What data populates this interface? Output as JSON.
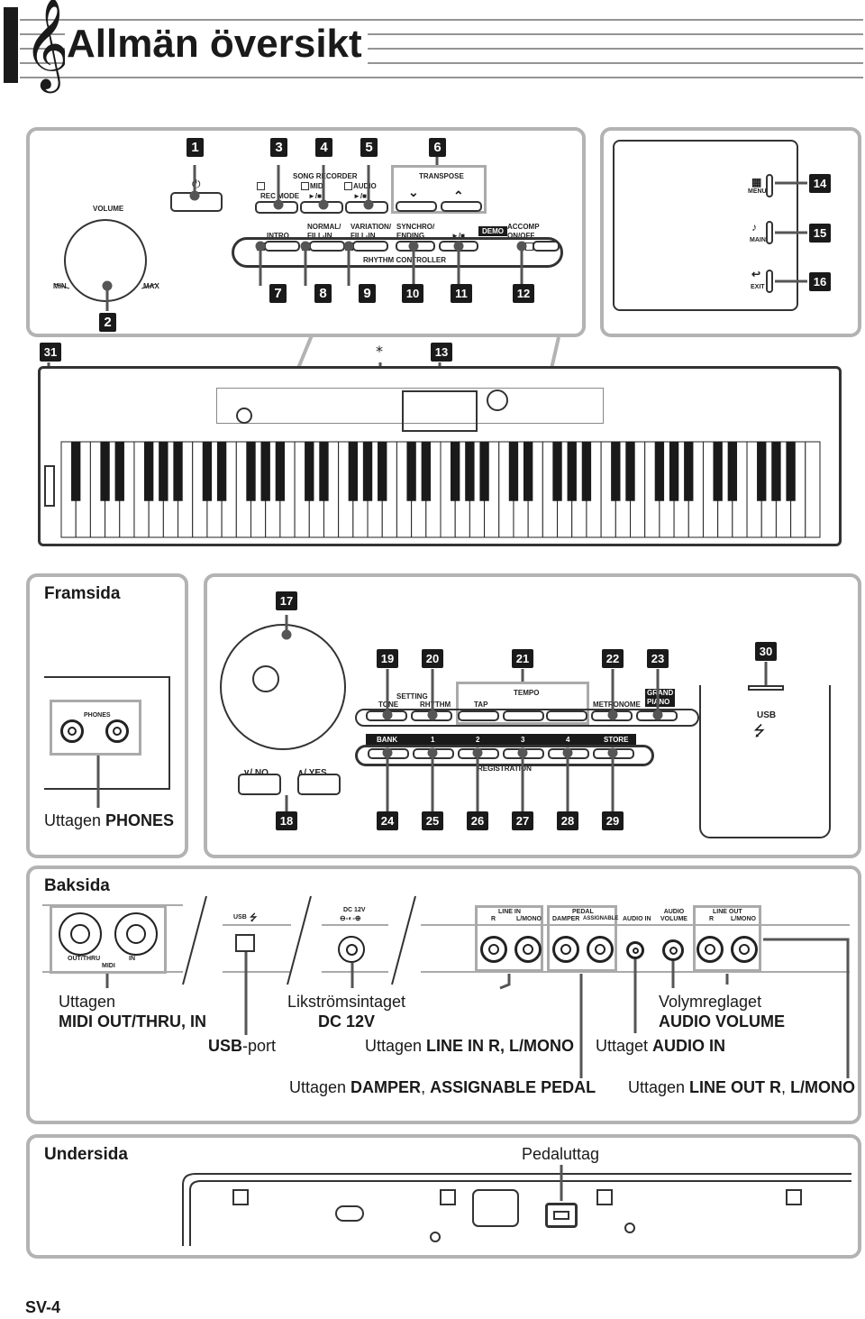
{
  "header": {
    "title": "Allmän översikt"
  },
  "top_panel": {
    "numbers": [
      "1",
      "2",
      "3",
      "4",
      "5",
      "6",
      "7",
      "8",
      "9",
      "10",
      "11",
      "12"
    ],
    "volume": {
      "label": "VOLUME",
      "min": "MIN",
      "max": "MAX"
    },
    "power_symbol": "⏻",
    "song_recorder": {
      "title": "SONG RECORDER",
      "midi": "MIDI",
      "audio": "AUDIO",
      "rec_mode": "REC MODE",
      "play_stop": "►/■"
    },
    "transpose": {
      "title": "TRANSPOSE",
      "down": "⌄",
      "up": "⌃"
    },
    "rhythm": {
      "intro": "INTRO",
      "normal": "NORMAL/\nFILL-IN",
      "variation": "VARIATION/\nFILL-IN",
      "synchro": "SYNCHRO/\nENDING",
      "start_stop": "►/■",
      "demo": "DEMO",
      "accomp": "ACCOMP\nON/OFF",
      "controller": "RHYTHM CONTROLLER"
    }
  },
  "display_panel": {
    "numbers": [
      "14",
      "15",
      "16"
    ],
    "menu": "MENU",
    "main": "MAIN",
    "exit": "EXIT"
  },
  "keyboard": {
    "numbers": [
      "31",
      "13"
    ],
    "asterisk": "*"
  },
  "front_panel": {
    "title": "Framsida",
    "phones_label": "PHONES",
    "caption_prefix": "Uttagen ",
    "caption_bold": "PHONES"
  },
  "control_panel": {
    "numbers": [
      "17",
      "18",
      "19",
      "20",
      "21",
      "22",
      "23",
      "24",
      "25",
      "26",
      "27",
      "28",
      "29",
      "30"
    ],
    "setting": "SETTING",
    "tone": "TONE",
    "rhythm": "RHYTHM",
    "tempo": "TEMPO",
    "tap": "TAP",
    "metronome": "METRONOME",
    "grand_piano": "GRAND\nPIANO",
    "bank": "BANK",
    "reg_numbers": [
      "1",
      "2",
      "3",
      "4"
    ],
    "store": "STORE",
    "registration": "REGISTRATION",
    "no": "∨/ NO",
    "yes": "∧/ YES",
    "usb": "USB",
    "usb_symbol": "⭍"
  },
  "back_panel": {
    "title": "Baksida",
    "midi_out_thru": "OUT/THRU",
    "midi_in": "IN",
    "midi": "MIDI",
    "usb_label": "USB",
    "dc_label": "DC 12V",
    "line_in": "LINE IN",
    "line_in_r": "R",
    "line_in_l": "L/MONO",
    "pedal": "PEDAL",
    "damper": "DAMPER",
    "assignable": "ASSIGNABLE",
    "audio_in": "AUDIO IN",
    "audio_volume": "AUDIO\nVOLUME",
    "line_out": "LINE OUT",
    "line_out_r": "R",
    "line_out_l": "L/MONO",
    "captions": {
      "midi_1": "Uttagen",
      "midi_2": "MIDI OUT/THRU",
      "midi_3": ", IN",
      "usb_bold": "USB",
      "usb_rest": "-port",
      "dc_1": "Likströmsintaget",
      "dc_2": "DC 12V",
      "linein_pre": "Uttagen ",
      "linein_bold": "LINE IN R, L/MONO",
      "audioin_pre": "Uttaget ",
      "audioin_bold": "AUDIO IN",
      "vol_1": "Volymreglaget",
      "vol_2": "AUDIO VOLUME",
      "pedal_pre": "Uttagen ",
      "pedal_b1": "DAMPER",
      "pedal_mid": ", ",
      "pedal_b2": "ASSIGNABLE PEDAL",
      "lineout_pre": "Uttagen ",
      "lineout_b1": "LINE OUT R",
      "lineout_mid": ", ",
      "lineout_b2": "L/MONO"
    }
  },
  "bottom_panel": {
    "title": "Undersida",
    "pedal_caption": "Pedaluttag"
  },
  "footer": {
    "page": "SV-4"
  },
  "colors": {
    "border": "#b3b3b3",
    "ink": "#1a1a1a"
  }
}
